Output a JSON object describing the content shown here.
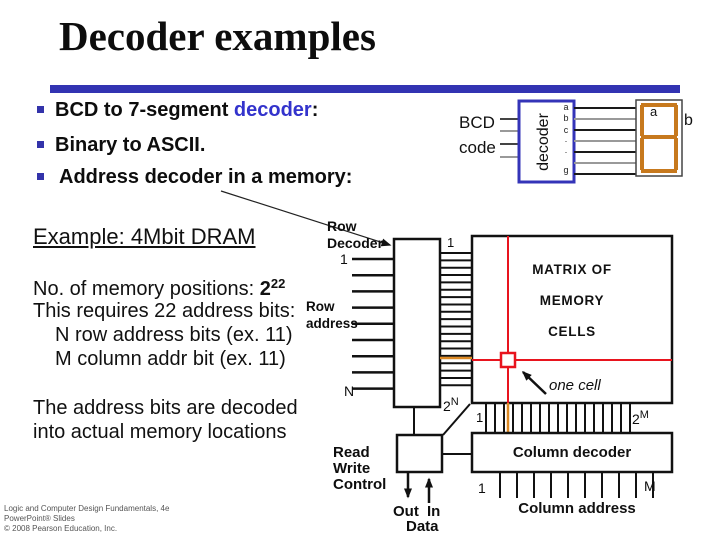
{
  "slide": {
    "title": "Decoder examples",
    "accent_color": "#3233B2",
    "highlight_color": "#3333CC",
    "bullets": [
      {
        "prefix": "BCD to 7-segment ",
        "highlight": "decoder",
        "suffix": ":"
      },
      {
        "text": "Binary to ASCII."
      },
      {
        "text": "Address decoder in a memory:"
      }
    ]
  },
  "bcd_diagram": {
    "input_label_line1": "BCD",
    "input_label_line2": "code",
    "box_label": "decoder",
    "box_border_color": "#3434B8",
    "output_labels": [
      "a",
      "b",
      "c",
      "·",
      "·",
      "g"
    ],
    "segment_color": "#C7791D",
    "display_label_inside": "a",
    "display_label_outside": "b"
  },
  "example_block": {
    "heading": "Example: 4Mbit DRAM",
    "positions_prefix": "No. of memory positions: ",
    "positions_base": "2",
    "positions_sup": "22",
    "requires_line": "This requires 22 address bits:",
    "row_bits_line": "N row address bits (ex. 11)",
    "col_bits_line": "M column addr bit (ex. 11)",
    "decoded_line1": "The address bits are decoded",
    "decoded_line2": "into actual memory locations"
  },
  "memory_diagram": {
    "red_color": "#E8141E",
    "orange_color": "#DD8A25",
    "row_decoder_label": "Row\nDecoder",
    "row_address_label": "Row\naddress",
    "row_first": "1",
    "row_last": "N",
    "wordline_first": "1",
    "wordline_count_base": "2",
    "wordline_count_sup": "N",
    "matrix_lines": [
      "MATRIX OF",
      "MEMORY",
      "CELLS"
    ],
    "one_cell_label": "one cell",
    "bitline_first": "1",
    "bitline_count_base": "2",
    "bitline_count_sup": "M",
    "column_decoder_label": "Column decoder",
    "column_address_first": "1",
    "column_address_last": "M",
    "column_address_label": "Column address",
    "rw_control_label": "Read\nWrite\nControl",
    "out_label": "Out",
    "in_label": "In",
    "data_label": "Data"
  },
  "footer": {
    "line1": "Logic and Computer Design Fundamentals, 4e",
    "line2": "PowerPoint® Slides",
    "line3": "© 2008 Pearson Education, Inc."
  }
}
